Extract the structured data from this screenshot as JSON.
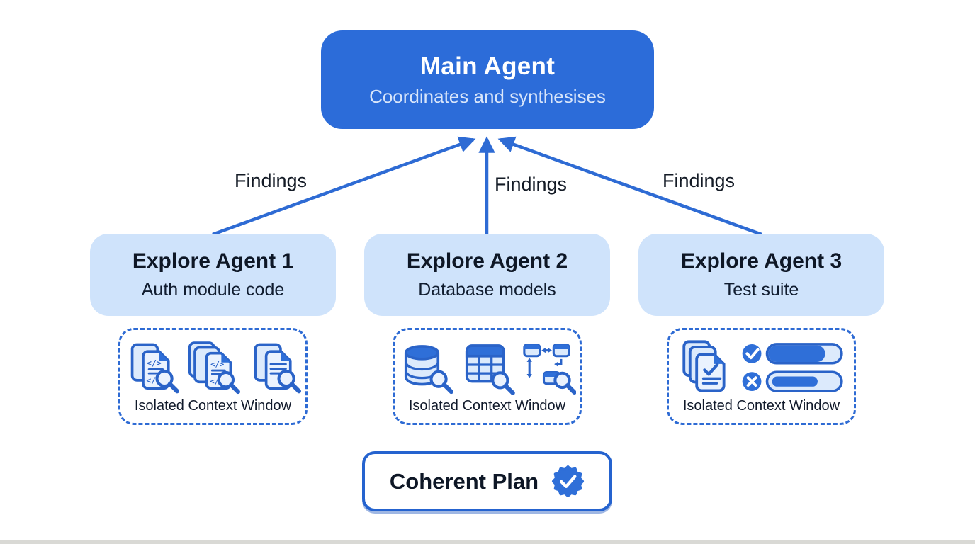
{
  "main_agent": {
    "title": "Main Agent",
    "subtitle": "Coordinates and synthesises"
  },
  "findings_labels": [
    "Findings",
    "Findings",
    "Findings"
  ],
  "agents": [
    {
      "title": "Explore Agent 1",
      "subtitle": "Auth module code",
      "context_label": "Isolated Context Window",
      "icons": [
        "code-document-search-icon",
        "code-documents-search-icon",
        "text-document-search-icon"
      ]
    },
    {
      "title": "Explore Agent 2",
      "subtitle": "Database models",
      "context_label": "Isolated Context Window",
      "icons": [
        "database-search-icon",
        "table-search-icon",
        "schema-diagram-search-icon"
      ]
    },
    {
      "title": "Explore Agent 3",
      "subtitle": "Test suite",
      "context_label": "Isolated Context Window",
      "icons": [
        "checked-documents-icon",
        "test-results-progress-icon"
      ]
    }
  ],
  "result": {
    "label": "Coherent Plan",
    "badge_icon": "verified-check-badge-icon"
  },
  "colors": {
    "primary_blue": "#2c6cd9",
    "light_card_blue": "#cfe3fb",
    "arrow_blue": "#2e6bd4",
    "icon_stroke_blue": "#2a63c8",
    "icon_fill_light": "#dceafc",
    "plan_border_blue": "#2563cf",
    "text_dark": "#0e1726",
    "main_subtitle_text": "#d8e5fa"
  }
}
